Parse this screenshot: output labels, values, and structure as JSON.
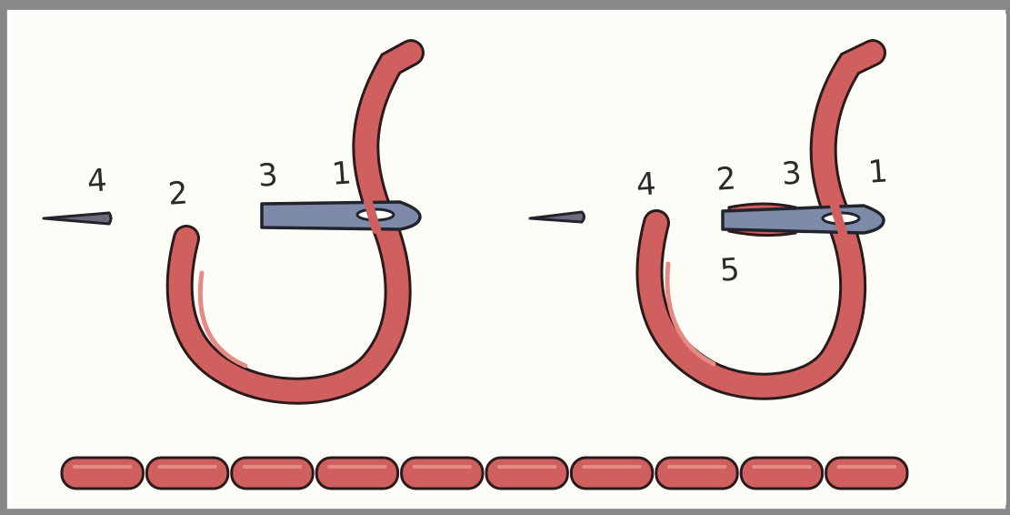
{
  "left_figure": {
    "labels": {
      "n4": "4",
      "n2": "2",
      "n3": "3",
      "n1": "1"
    }
  },
  "right_figure": {
    "labels": {
      "n4": "4",
      "n2": "2",
      "n3": "3",
      "n1": "1",
      "n5": "5"
    }
  },
  "stitch_row": {
    "stitch_count": 10
  },
  "colors": {
    "thread": "#d06060",
    "thread_outline": "#2b1a1a",
    "needle": "#7d8aa8",
    "needle_outline": "#23232e"
  }
}
